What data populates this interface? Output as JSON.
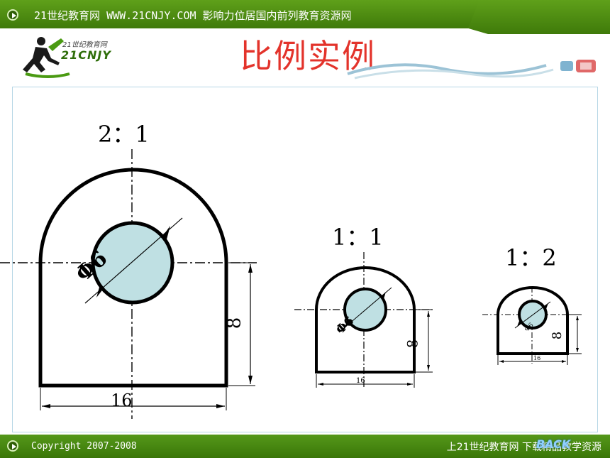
{
  "header": {
    "site_text": "21世纪教育网 WWW.21CNJY.COM  影响力位居国内前列教育资源网"
  },
  "logo": {
    "line1": "21世纪教育网",
    "line2": "21CNJY"
  },
  "page_title": "比例实例",
  "figures": [
    {
      "scale_label": "2：1",
      "diameter_label": "Φ6",
      "height_label": "8",
      "width_label": "16"
    },
    {
      "scale_label": "1：1",
      "diameter_label": "Φ6",
      "height_label": "8",
      "width_label": "16"
    },
    {
      "scale_label": "1：2",
      "diameter_label": "Φ6",
      "height_label": "8",
      "width_label": "16"
    }
  ],
  "footer": {
    "copyright": "Copyright 2007-2008",
    "right_text": "上21世纪教育网 下载精品教学资源",
    "back_label": "BACK"
  },
  "colors": {
    "bar_green": "#4a8a12",
    "title_red": "#e3332b",
    "hole_fill": "#bfe0e3",
    "panel_border": "#b7d7e6"
  }
}
